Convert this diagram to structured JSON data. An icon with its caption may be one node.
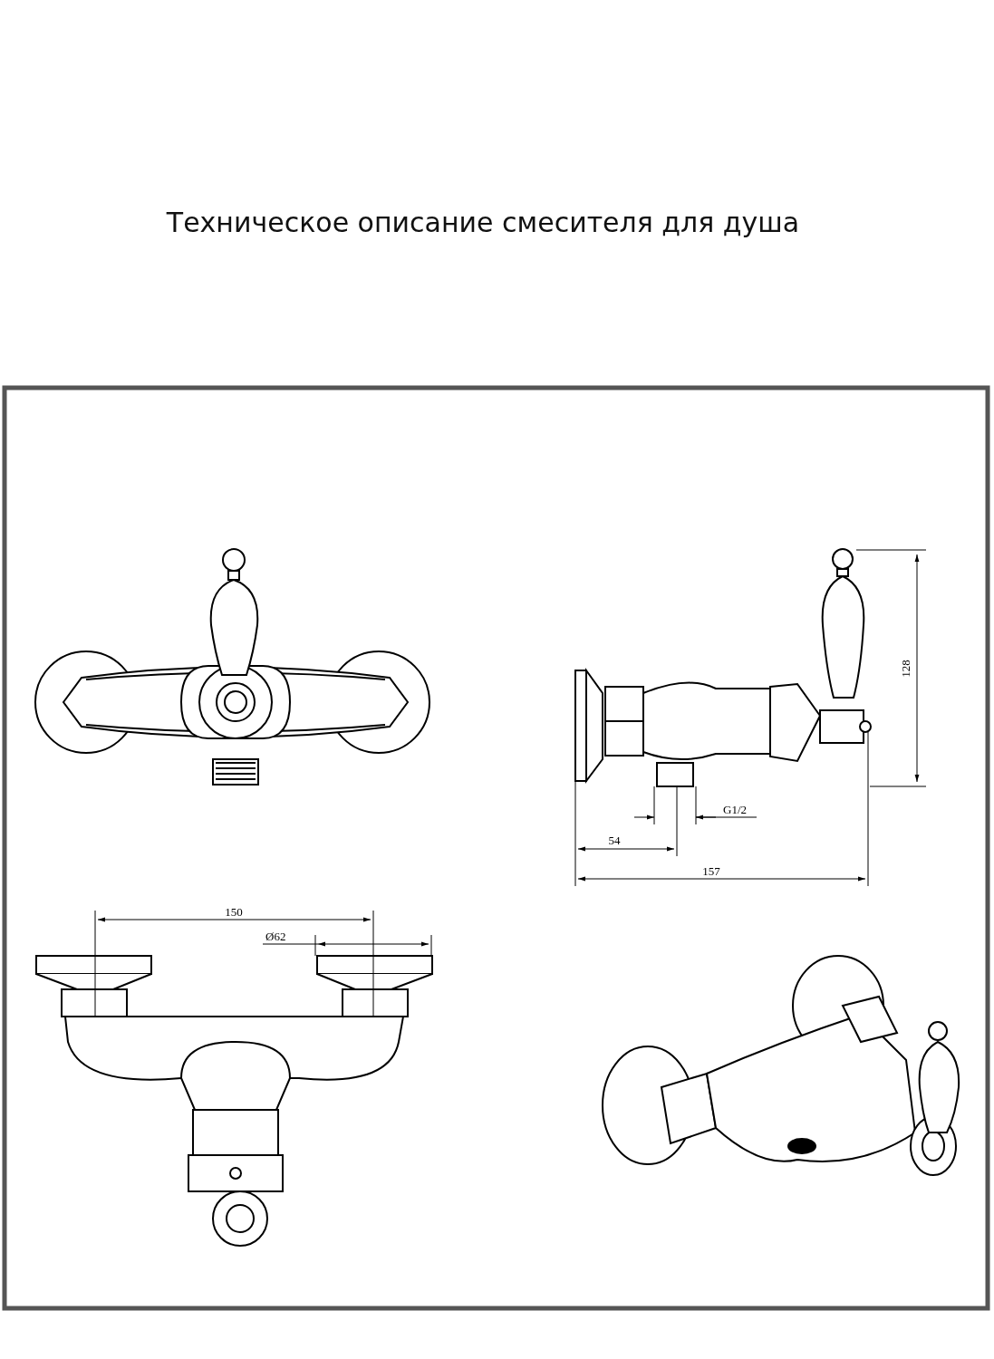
{
  "diagram": {
    "title": "Техническое описание смесителя для душа",
    "labels": [
      "128",
      "G1/2",
      "54",
      "157",
      "150",
      "Ø62"
    ]
  }
}
